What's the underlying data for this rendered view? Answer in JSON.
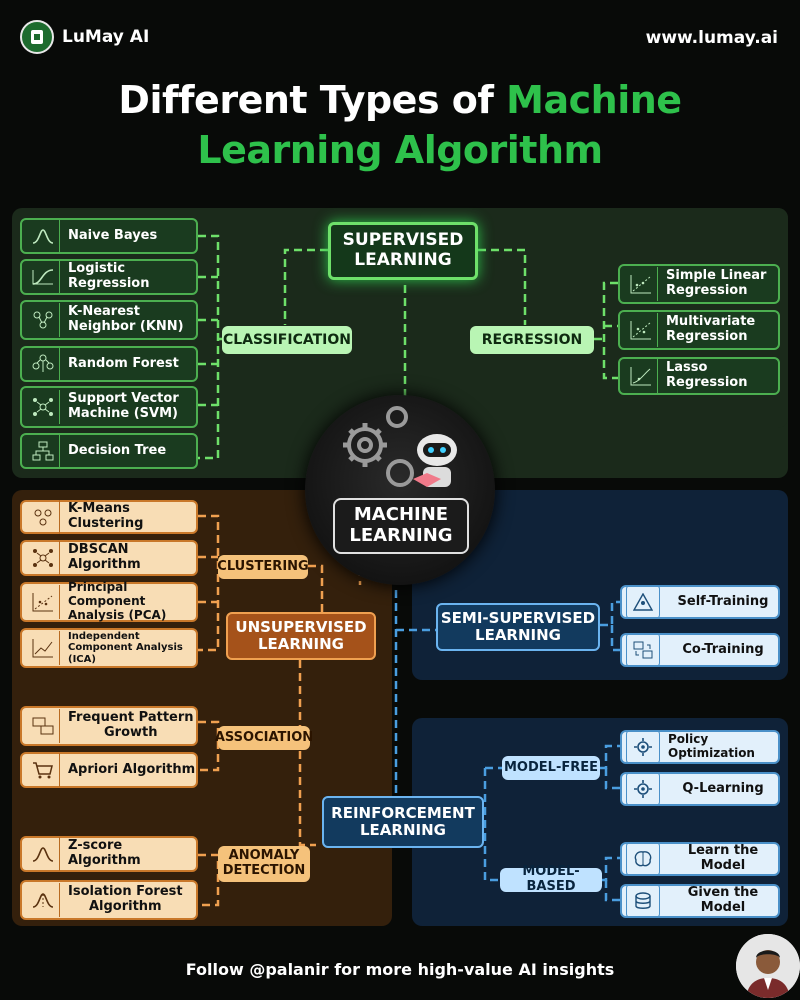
{
  "brand": {
    "name": "LuMay AI",
    "url": "www.lumay.ai"
  },
  "title": {
    "part1": "Different Types of",
    "part2": "Machine",
    "part3": "Learning Algorithm"
  },
  "center": {
    "line1": "MACHINE",
    "line2": "LEARNING"
  },
  "supervised": {
    "label_line1": "SUPERVISED",
    "label_line2": "LEARNING",
    "classification": {
      "label": "CLASSIFICATION",
      "items": [
        {
          "label": "Naive Bayes",
          "icon": "bell-curve-icon"
        },
        {
          "label": "Logistic Regression",
          "icon": "sigmoid-curve-icon"
        },
        {
          "label_line1": "K-Nearest",
          "label_line2": "Neighbor (KNN)",
          "icon": "nodes-icon"
        },
        {
          "label": "Random Forest",
          "icon": "tree-icon"
        },
        {
          "label_line1": "Support Vector",
          "label_line2": "Machine (SVM)",
          "icon": "network-icon"
        },
        {
          "label": "Decision Tree",
          "icon": "flowchart-icon"
        }
      ]
    },
    "regression": {
      "label": "REGRESSION",
      "items": [
        {
          "label_line1": "Simple Linear",
          "label_line2": "Regression",
          "icon": "scatter-line-icon"
        },
        {
          "label_line1": "Multivariate",
          "label_line2": "Regression",
          "icon": "scatter-line-icon"
        },
        {
          "label": "Lasso Regression",
          "icon": "scatter-line-icon"
        }
      ]
    }
  },
  "unsupervised": {
    "label_line1": "UNSUPERVISED",
    "label_line2": "LEARNING",
    "clustering": {
      "label": "CLUSTERING",
      "items": [
        {
          "label": "K-Means Clustering",
          "icon": "cluster-icon"
        },
        {
          "label": "DBSCAN Algorithm",
          "icon": "network-icon"
        },
        {
          "label_line1": "Principal Component",
          "label_line2": "Analysis (PCA)",
          "icon": "scatter-icon"
        },
        {
          "label_line1": "Independent",
          "label_line2": "Component Analysis (ICA)",
          "icon": "chart-icon"
        }
      ]
    },
    "association": {
      "label": "ASSOCIATION",
      "items": [
        {
          "label_line1": "Frequent Pattern",
          "label_line2": "Growth",
          "icon": "pattern-icon"
        },
        {
          "label": "Apriori Algorithm",
          "icon": "cart-icon"
        }
      ]
    },
    "anomaly": {
      "label_line1": "ANOMALY",
      "label_line2": "DETECTION",
      "items": [
        {
          "label": "Z-score Algorithm",
          "icon": "bell-curve-icon"
        },
        {
          "label_line1": "Isolation Forest",
          "label_line2": "Algorithm",
          "icon": "bell-curve-icon"
        }
      ]
    }
  },
  "semi": {
    "label_line1": "SEMI-SUPERVISED",
    "label_line2": "LEARNING",
    "items": [
      {
        "label": "Self-Training",
        "icon": "pyramid-icon"
      },
      {
        "label": "Co-Training",
        "icon": "exchange-icon"
      }
    ]
  },
  "reinforcement": {
    "label_line1": "REINFORCEMENT",
    "label_line2": "LEARNING",
    "model_free": {
      "label": "MODEL-FREE",
      "items": [
        {
          "label": "Policy Optimization",
          "icon": "gear-icon"
        },
        {
          "label": "Q-Learning",
          "icon": "gear-icon"
        }
      ]
    },
    "model_based": {
      "label": "MODEL-BASED",
      "items": [
        {
          "label": "Learn the Model",
          "icon": "brain-icon"
        },
        {
          "label": "Given the Model",
          "icon": "database-icon"
        }
      ]
    }
  },
  "footer": {
    "text": "Follow @palanir for more high-value AI insights"
  }
}
